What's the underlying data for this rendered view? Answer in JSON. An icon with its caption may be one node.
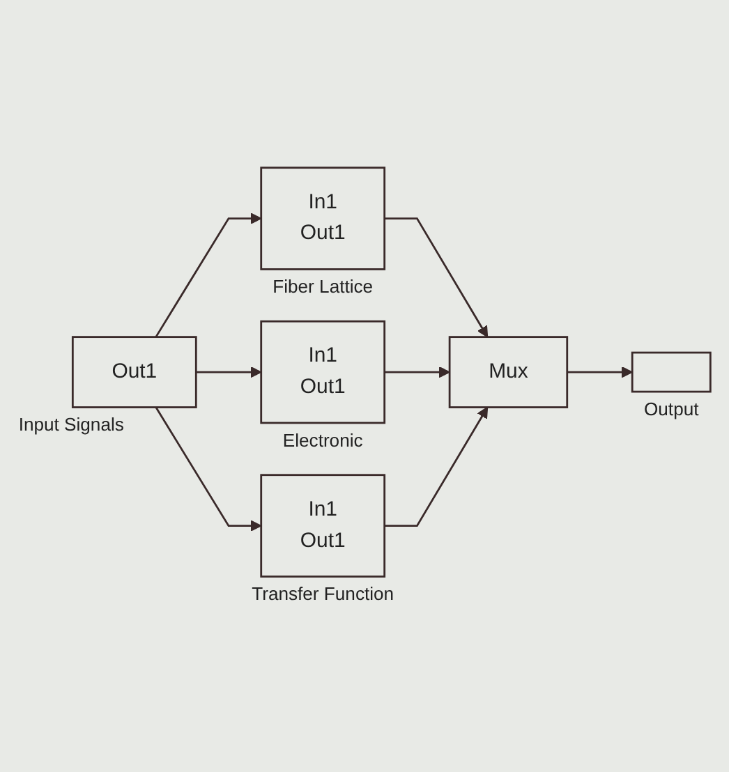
{
  "diagram": {
    "nodes": [
      {
        "text": [
          "Out1"
        ],
        "beside": [
          "Input Signals"
        ]
      },
      {
        "text": [
          "In1",
          "Out1"
        ],
        "beside": [
          "Fiber Lattice"
        ]
      },
      {
        "text": [
          "In1",
          "Out1"
        ],
        "beside": [
          "Electronic"
        ]
      },
      {
        "text": [
          "In1",
          "Out1"
        ],
        "beside": [
          "Transfer Function"
        ]
      },
      {
        "text": [
          "Mux"
        ]
      },
      {
        "text": [],
        "shape": "box",
        "beside": [
          "Output"
        ]
      }
    ],
    "edges": [
      {
        "from": 0,
        "to": 1,
        "arrow": "to"
      },
      {
        "from": 0,
        "to": 2,
        "arrow": "to"
      },
      {
        "from": 0,
        "to": 3,
        "arrow": "to"
      },
      {
        "from": 1,
        "to": 4,
        "arrow": "to"
      },
      {
        "from": 2,
        "to": 4,
        "arrow": "to"
      },
      {
        "from": 3,
        "to": 4,
        "arrow": "to"
      },
      {
        "from": 4,
        "to": 5,
        "arrow": "to"
      }
    ]
  }
}
